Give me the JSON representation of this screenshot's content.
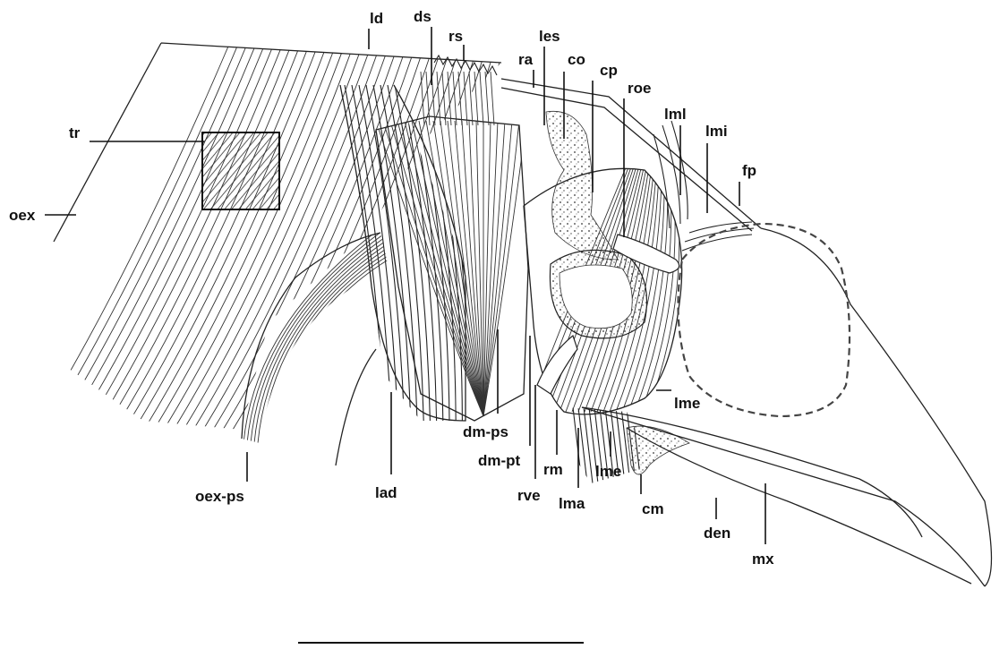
{
  "labels": {
    "ld": "ld",
    "ds": "ds",
    "rs": "rs",
    "les": "les",
    "ra": "ra",
    "co": "co",
    "cp": "cp",
    "roe": "roe",
    "lml": "lml",
    "lmi": "lmi",
    "fp": "fp",
    "tr": "tr",
    "oex": "oex",
    "lme_upper": "lme",
    "dm_ps": "dm-ps",
    "dm_pt": "dm-pt",
    "rm": "rm",
    "oex_ps": "oex-ps",
    "lad": "lad",
    "rve": "rve",
    "lma": "lma",
    "lme_lower": "lme",
    "cm": "cm",
    "den": "den",
    "mx": "mx"
  },
  "scale_bar": {
    "present": true
  }
}
